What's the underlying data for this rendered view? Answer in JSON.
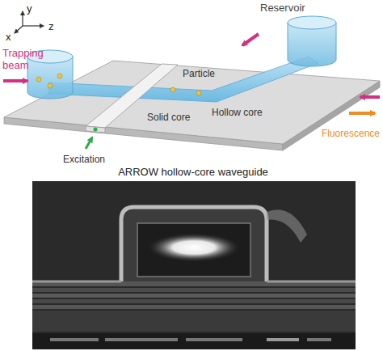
{
  "diagram": {
    "labels": [
      "y",
      "x",
      "z",
      "Reservoir",
      "Trapping beam",
      "Particle",
      "Hollow core",
      "Fluorescence",
      "Solid core",
      "Excitation",
      "ARROW hollow-core waveguide"
    ]
  }
}
